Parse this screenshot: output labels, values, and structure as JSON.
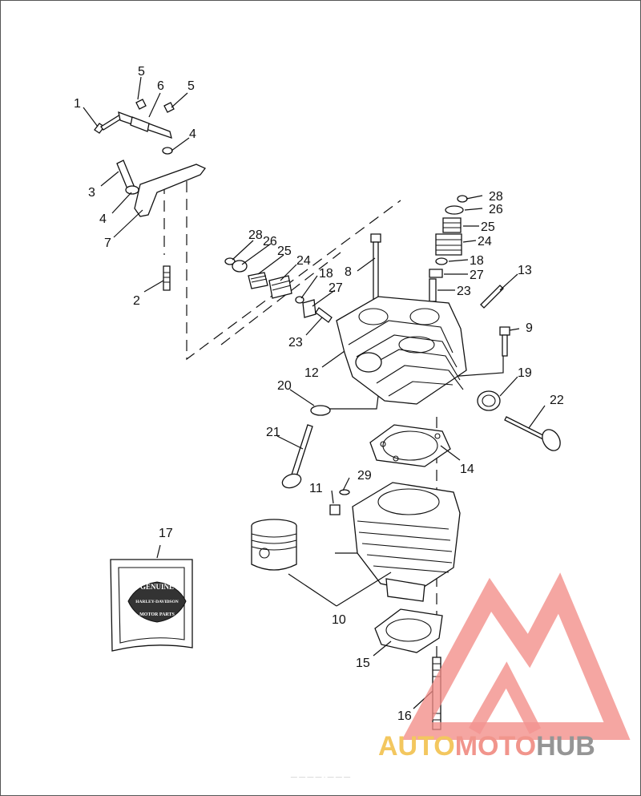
{
  "callouts": [
    "1",
    "2",
    "3",
    "4",
    "4",
    "5",
    "5",
    "6",
    "7",
    "8",
    "9",
    "10",
    "11",
    "12",
    "13",
    "14",
    "15",
    "16",
    "17",
    "18",
    "18",
    "19",
    "20",
    "21",
    "22",
    "23",
    "23",
    "24",
    "24",
    "25",
    "25",
    "26",
    "26",
    "27",
    "27",
    "28",
    "28",
    "29"
  ],
  "package": {
    "line1": "GENUINE",
    "line2": "HARLEY-DAVIDSON",
    "line3": "MOTOR PARTS"
  },
  "watermark": {
    "part1": "AUTO",
    "part2": "MOTO",
    "part3": "HUB",
    "colors": {
      "auto": "#f2c14e",
      "moto": "#f08a80",
      "hub": "#8a8a8a",
      "logo": "#f28b86"
    }
  },
  "footer_code": "— — — —  ·  — — —"
}
